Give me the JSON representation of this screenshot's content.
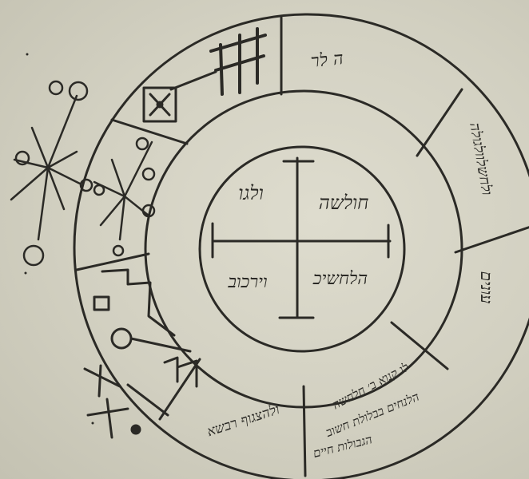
{
  "center": {
    "top_right": "חולשה",
    "top_left": "ולגו",
    "bottom_right": "הלחשיכ",
    "bottom_left": "וירכוב"
  },
  "ring": {
    "segment_top": "ה לר",
    "segment_upper_right": "ולחשלוולגולה",
    "segment_right": "עונים",
    "segment_lower_right_line1": "לו קנוא ב׳ חלחשה",
    "segment_lower_right_line2": "הלנחים בבלולת חשוב",
    "segment_lower_right_line3": "הגבולות חיים",
    "segment_bottom_left": "ולהצגוף רבשא"
  },
  "colors": {
    "ink": "#2b2a26",
    "paper": "#d8d6c8"
  }
}
